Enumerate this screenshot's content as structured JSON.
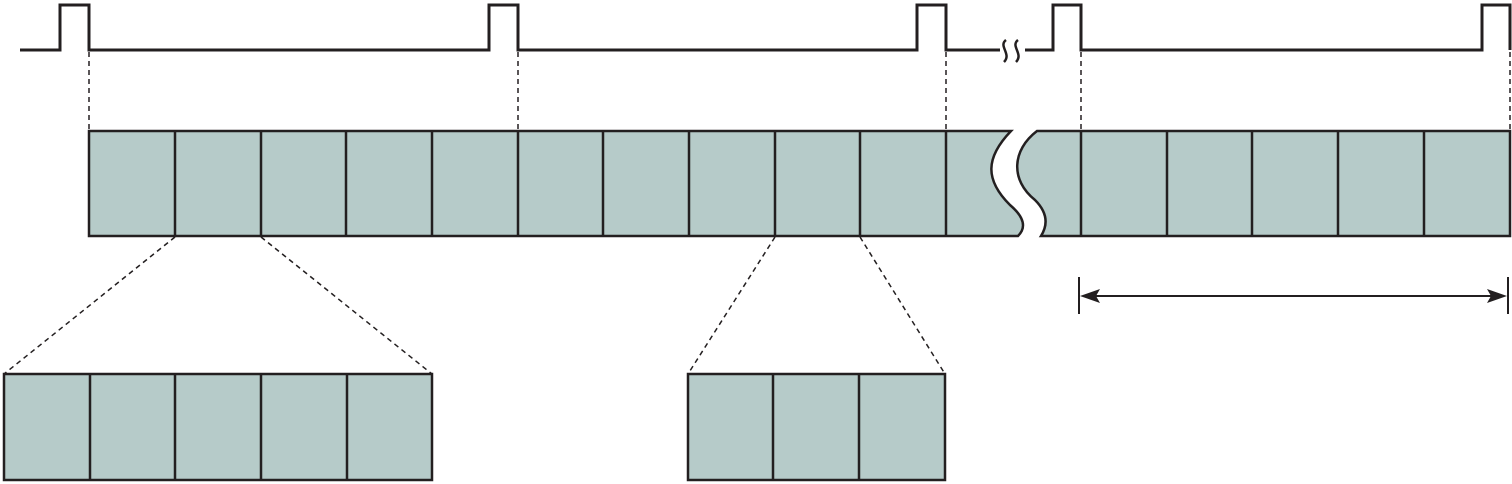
{
  "colors": {
    "background": "#ffffff",
    "line": "#231f20",
    "slot_fill": "#b6cbc9"
  },
  "signal": {
    "pulse_count": 5,
    "has_break_marker": true
  },
  "frame": {
    "slot_count_before_break": 10,
    "slot_count_after_break": 5,
    "pulse_intervals_shown": 3,
    "has_break": true
  },
  "zoom_groups": [
    {
      "slot_count": 5
    },
    {
      "slot_count": 3
    }
  ],
  "span_arrow": {
    "double_headed": true
  }
}
